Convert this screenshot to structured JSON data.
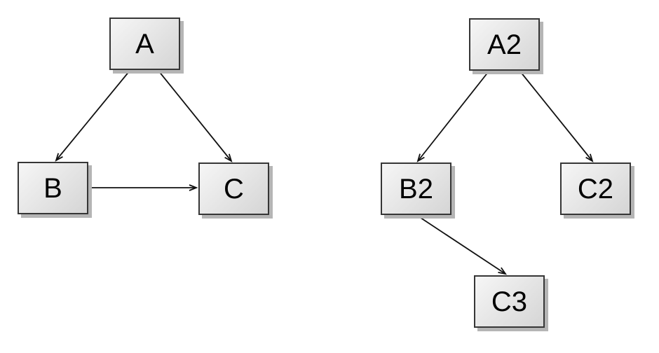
{
  "page": {
    "background": "#ffffff"
  },
  "colors": {
    "page_background": "#ffffff",
    "node_fill_light": "#f6f6f6",
    "node_fill_dark": "#d5d5d5",
    "node_border": "#363636",
    "node_shadow": "#b5b5b5",
    "edge_color": "#111111",
    "text_color": "#000000"
  },
  "diagrams": [
    {
      "name": "left-graph",
      "nodes": [
        {
          "id": "A",
          "label": "A"
        },
        {
          "id": "B",
          "label": "B"
        },
        {
          "id": "C",
          "label": "C"
        }
      ],
      "edges": [
        {
          "from": "A",
          "to": "B"
        },
        {
          "from": "A",
          "to": "C"
        },
        {
          "from": "B",
          "to": "C"
        }
      ]
    },
    {
      "name": "right-graph",
      "nodes": [
        {
          "id": "A2",
          "label": "A2"
        },
        {
          "id": "B2",
          "label": "B2"
        },
        {
          "id": "C2",
          "label": "C2"
        },
        {
          "id": "C3",
          "label": "C3"
        }
      ],
      "edges": [
        {
          "from": "A2",
          "to": "B2"
        },
        {
          "from": "A2",
          "to": "C2"
        },
        {
          "from": "B2",
          "to": "C3"
        }
      ]
    }
  ]
}
